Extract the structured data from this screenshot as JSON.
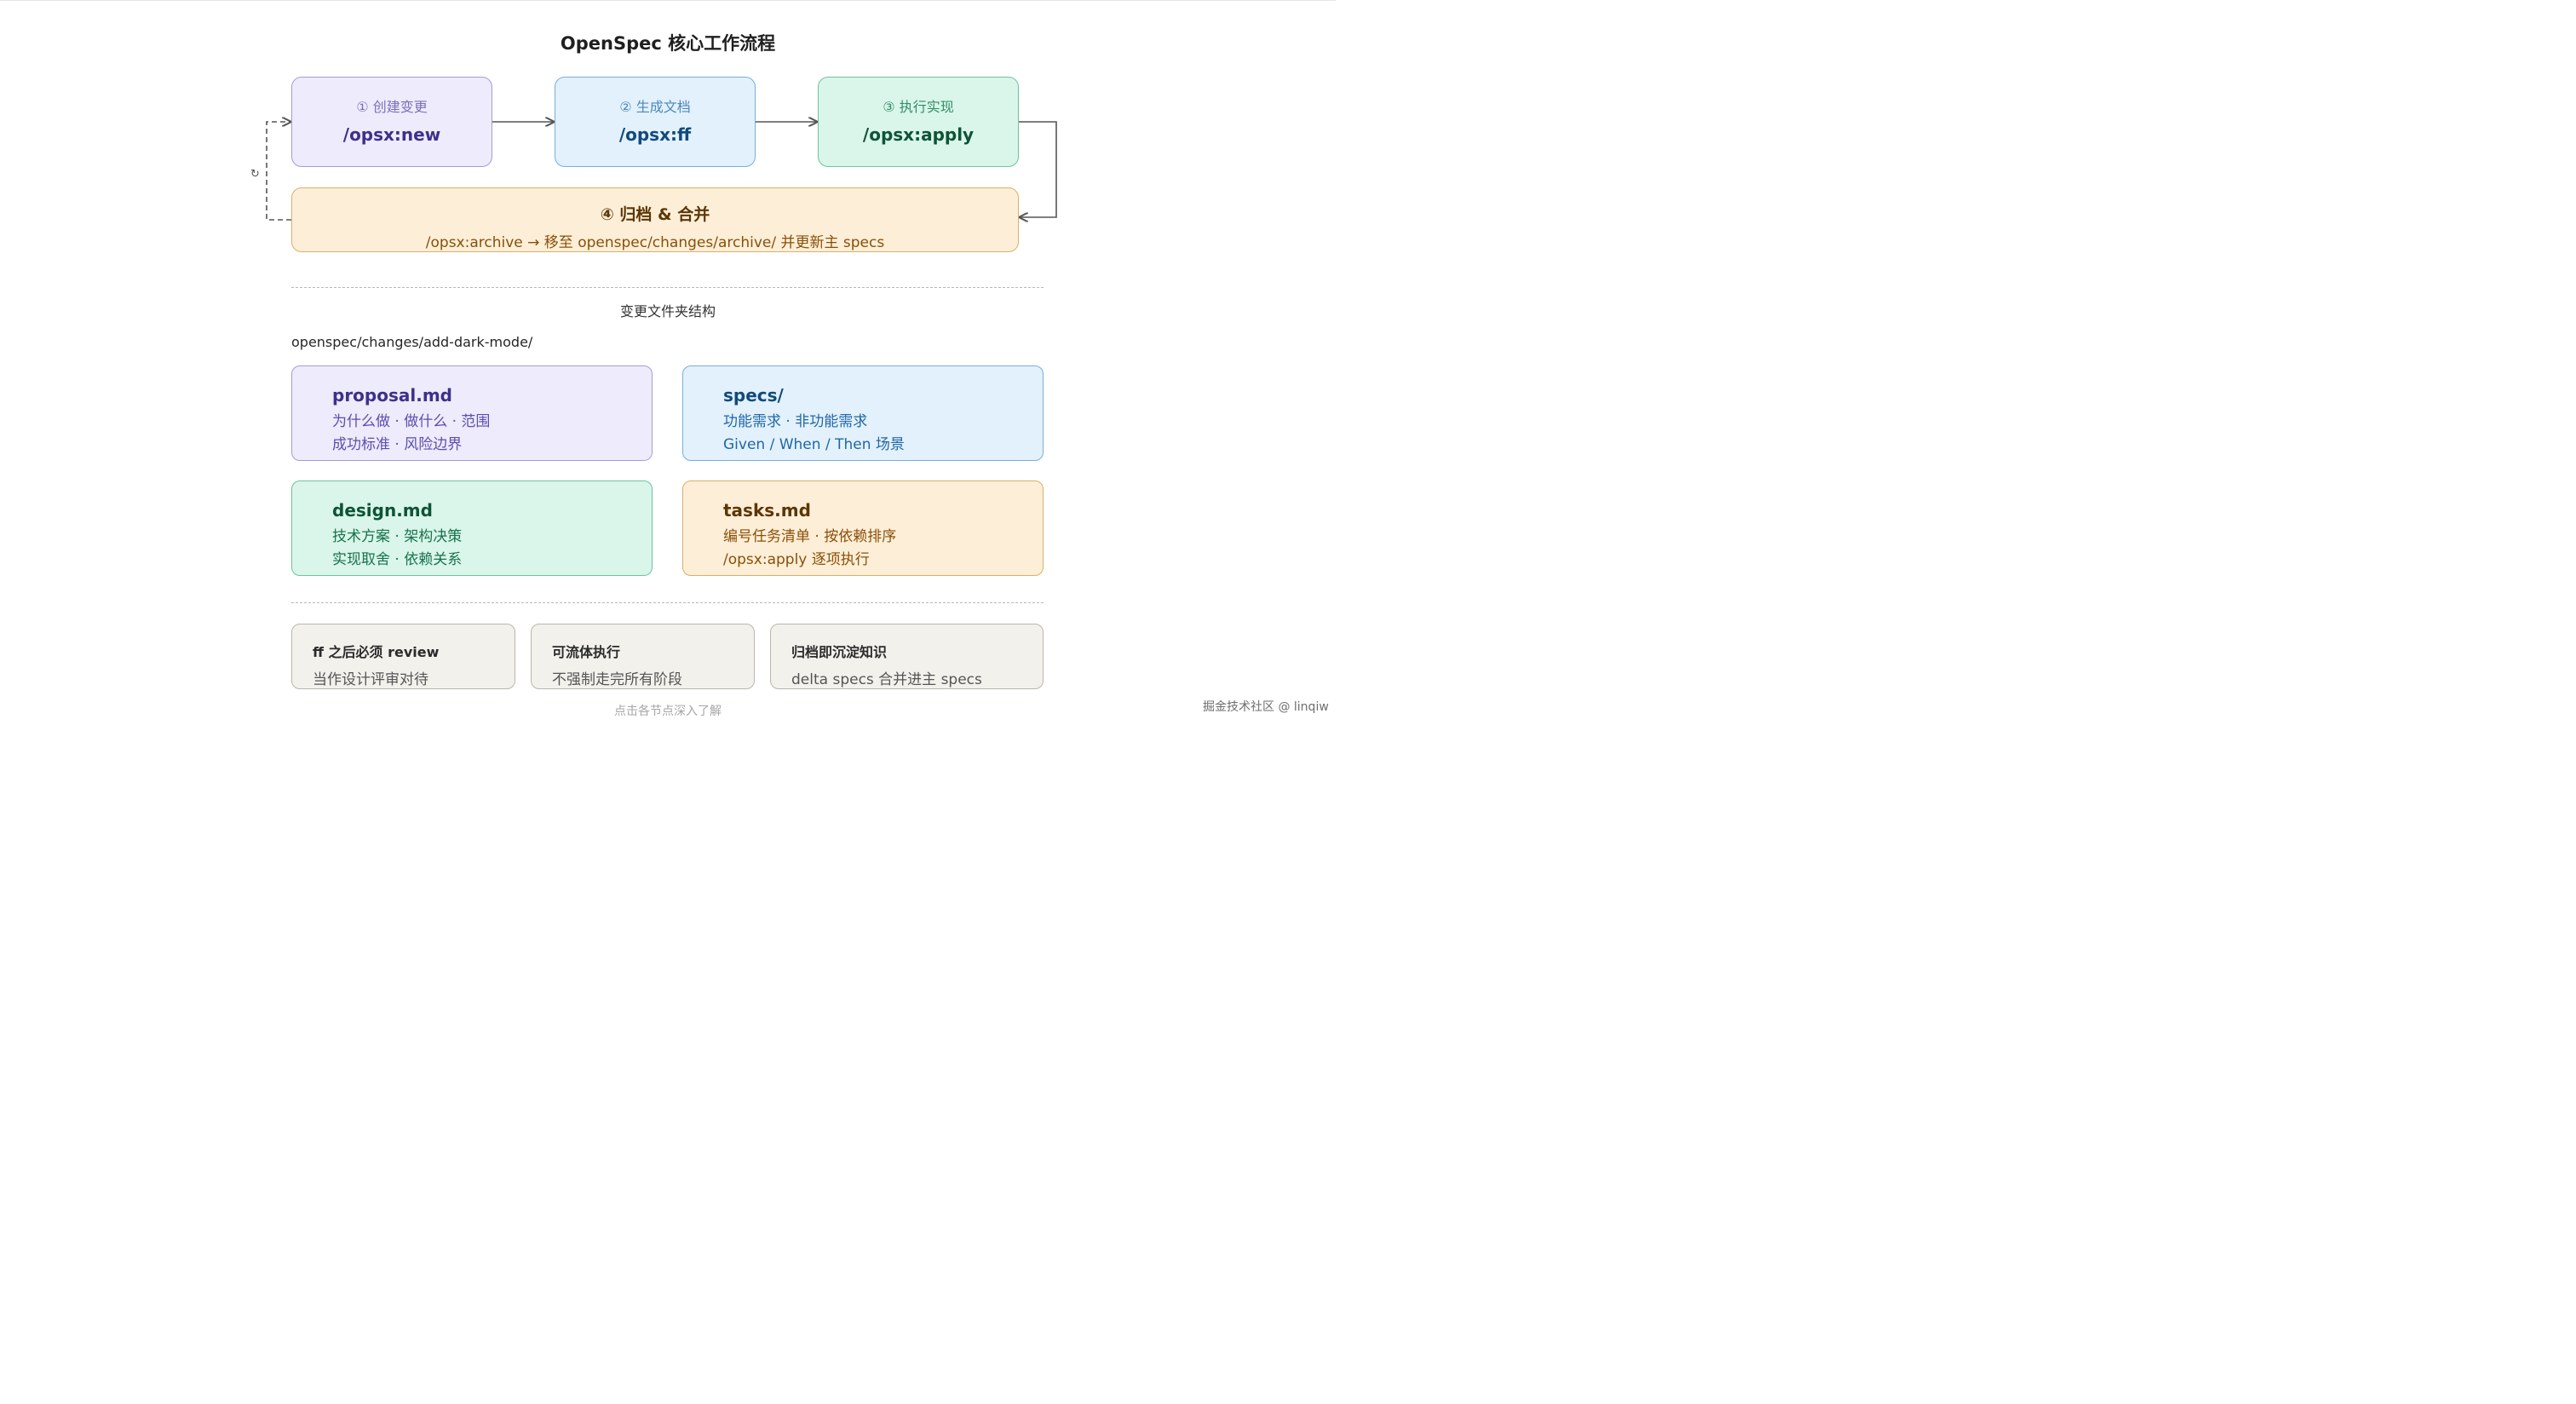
{
  "title": "OpenSpec 核心工作流程",
  "steps": [
    {
      "label": "① 创建变更",
      "command": "/opsx:new"
    },
    {
      "label": "② 生成文档",
      "command": "/opsx:ff"
    },
    {
      "label": "③ 执行实现",
      "command": "/opsx:apply"
    }
  ],
  "archive": {
    "title": "④ 归档 & 合并",
    "description": "/opsx:archive → 移至 openspec/changes/archive/ 并更新主 specs"
  },
  "loop_icon": "↻",
  "folder_section": {
    "label": "变更文件夹结构",
    "path": "openspec/changes/add-dark-mode/",
    "cards": [
      {
        "title": "proposal.md",
        "lines": [
          "为什么做 · 做什么 · 范围",
          "成功标准 · 风险边界"
        ]
      },
      {
        "title": "specs/",
        "lines": [
          "功能需求 · 非功能需求",
          "Given / When / Then 场景"
        ]
      },
      {
        "title": "design.md",
        "lines": [
          "技术方案 · 架构决策",
          "实现取舍 · 依赖关系"
        ]
      },
      {
        "title": "tasks.md",
        "lines": [
          "编号任务清单 · 按依赖排序",
          "/opsx:apply 逐项执行"
        ]
      }
    ]
  },
  "notes": [
    {
      "title": "ff 之后必须 review",
      "desc": "当作设计评审对待"
    },
    {
      "title": "可流体执行",
      "desc": "不强制走完所有阶段"
    },
    {
      "title": "归档即沉淀知识",
      "desc": "delta specs 合并进主 specs"
    }
  ],
  "hint": "点击各节点深入了解",
  "watermark": "掘金技术社区 @ linqiw",
  "colors": {
    "new": "#eeebfc",
    "ff": "#e3f1fc",
    "apply": "#daf5ea",
    "archive": "#fdefd7",
    "note": "#f3f1ec"
  }
}
